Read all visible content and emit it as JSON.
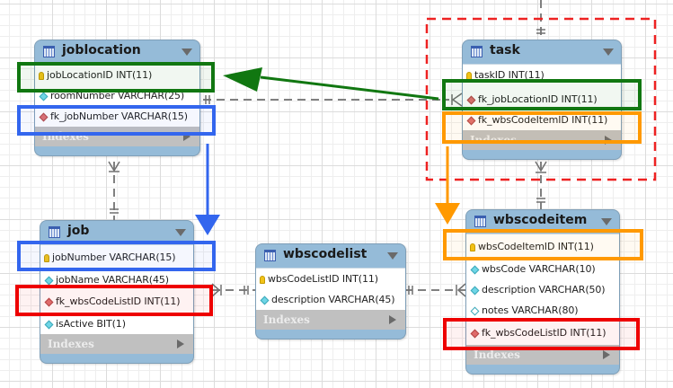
{
  "tables": {
    "joblocation": {
      "name": "joblocation",
      "columns": [
        {
          "icon": "primary-key",
          "text": "jobLocationID INT(11)"
        },
        {
          "icon": "attribute",
          "text": "roomNumber VARCHAR(25)"
        },
        {
          "icon": "foreign-key",
          "text": "fk_jobNumber VARCHAR(15)"
        }
      ],
      "indexes_label": "Indexes"
    },
    "task": {
      "name": "task",
      "columns": [
        {
          "icon": "primary-key",
          "text": "taskID INT(11)"
        },
        {
          "icon": "foreign-key",
          "text": "fk_jobLocationID INT(11)"
        },
        {
          "icon": "foreign-key",
          "text": "fk_wbsCodeItemID INT(11)"
        }
      ],
      "indexes_label": "Indexes"
    },
    "job": {
      "name": "job",
      "columns": [
        {
          "icon": "primary-key",
          "text": "jobNumber VARCHAR(15)"
        },
        {
          "icon": "attribute",
          "text": "jobName VARCHAR(45)"
        },
        {
          "icon": "foreign-key",
          "text": "fk_wbsCodeListID INT(11)"
        },
        {
          "icon": "attribute",
          "text": "isActive BIT(1)"
        }
      ],
      "indexes_label": "Indexes"
    },
    "wbscodelist": {
      "name": "wbscodelist",
      "columns": [
        {
          "icon": "primary-key",
          "text": "wbsCodeListID INT(11)"
        },
        {
          "icon": "attribute",
          "text": "description VARCHAR(45)"
        }
      ],
      "indexes_label": "Indexes"
    },
    "wbscodeitem": {
      "name": "wbscodeitem",
      "columns": [
        {
          "icon": "primary-key",
          "text": "wbsCodeItemID INT(11)"
        },
        {
          "icon": "attribute",
          "text": "wbsCode VARCHAR(10)"
        },
        {
          "icon": "attribute",
          "text": "description VARCHAR(50)"
        },
        {
          "icon": "nullable-attribute",
          "text": "notes VARCHAR(80)"
        },
        {
          "icon": "foreign-key",
          "text": "fk_wbsCodeListID INT(11)"
        }
      ],
      "indexes_label": "Indexes"
    }
  },
  "annotations": {
    "colors": {
      "green": "#117711",
      "blue": "#3366ee",
      "red": "#ee0000",
      "orange": "#ff9900",
      "selection": "#ee2222"
    },
    "arrows": [
      {
        "color": "green",
        "from": "task.fk_jobLocationID",
        "to": "joblocation.jobLocationID"
      },
      {
        "color": "blue",
        "from": "joblocation.fk_jobNumber",
        "to": "job.jobNumber"
      },
      {
        "color": "orange",
        "from": "task.fk_wbsCodeItemID",
        "to": "wbscodeitem.wbsCodeItemID"
      }
    ]
  },
  "relationships": [
    {
      "from": "task",
      "to": "joblocation",
      "type": "many-to-one"
    },
    {
      "from": "joblocation",
      "to": "job",
      "type": "many-to-one"
    },
    {
      "from": "task",
      "to": "wbscodeitem",
      "type": "many-to-one"
    },
    {
      "from": "job",
      "to": "wbscodelist",
      "type": "many-to-one"
    },
    {
      "from": "wbscodeitem",
      "to": "wbscodelist",
      "type": "many-to-one"
    }
  ]
}
